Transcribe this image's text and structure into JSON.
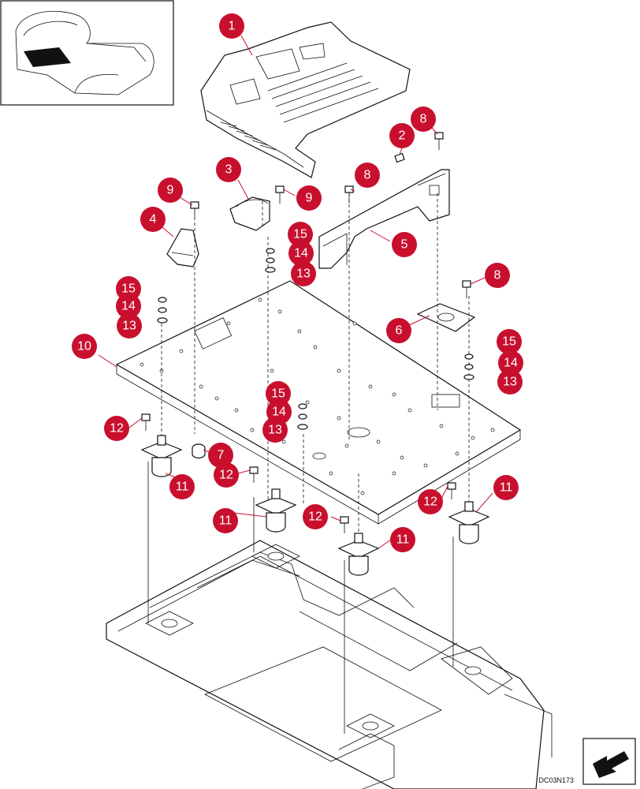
{
  "diagram": {
    "code": "DC03N173",
    "callouts": [
      {
        "id": "c1",
        "label": "1"
      },
      {
        "id": "c2",
        "label": "2"
      },
      {
        "id": "c3",
        "label": "3"
      },
      {
        "id": "c4",
        "label": "4"
      },
      {
        "id": "c5",
        "label": "5"
      },
      {
        "id": "c6",
        "label": "6"
      },
      {
        "id": "c7",
        "label": "7"
      },
      {
        "id": "c8a",
        "label": "8"
      },
      {
        "id": "c8b",
        "label": "8"
      },
      {
        "id": "c8c",
        "label": "8"
      },
      {
        "id": "c9a",
        "label": "9"
      },
      {
        "id": "c9b",
        "label": "9"
      },
      {
        "id": "c10",
        "label": "10"
      },
      {
        "id": "c11a",
        "label": "11"
      },
      {
        "id": "c11b",
        "label": "11"
      },
      {
        "id": "c11c",
        "label": "11"
      },
      {
        "id": "c11d",
        "label": "11"
      },
      {
        "id": "c12a",
        "label": "12"
      },
      {
        "id": "c12b",
        "label": "12"
      },
      {
        "id": "c12c",
        "label": "12"
      },
      {
        "id": "c12d",
        "label": "12"
      },
      {
        "id": "c13a",
        "label": "13"
      },
      {
        "id": "c13b",
        "label": "13"
      },
      {
        "id": "c13c",
        "label": "13"
      },
      {
        "id": "c13d",
        "label": "13"
      },
      {
        "id": "c14a",
        "label": "14"
      },
      {
        "id": "c14b",
        "label": "14"
      },
      {
        "id": "c14c",
        "label": "14"
      },
      {
        "id": "c14d",
        "label": "14"
      },
      {
        "id": "c15a",
        "label": "15"
      },
      {
        "id": "c15b",
        "label": "15"
      },
      {
        "id": "c15c",
        "label": "15"
      },
      {
        "id": "c15d",
        "label": "15"
      }
    ]
  },
  "colors": {
    "callout": "#c8102e",
    "ink": "#111111"
  }
}
